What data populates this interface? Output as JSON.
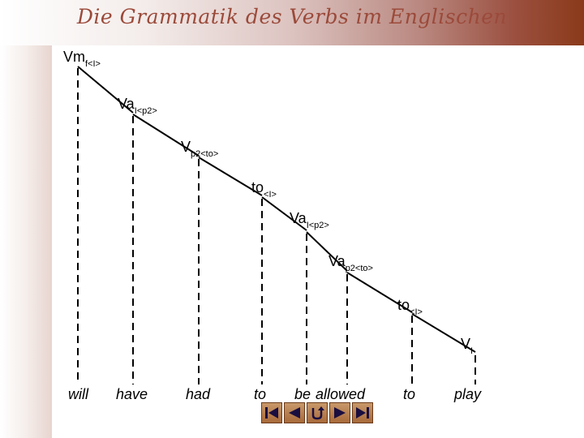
{
  "title": "Die Grammatik des Verbs im Englischen",
  "nodes": [
    {
      "id": "n1",
      "cat": "Vm",
      "sub": "f<I>"
    },
    {
      "id": "n2",
      "cat": "Va",
      "sub": "I<p2>"
    },
    {
      "id": "n3",
      "cat": "V",
      "sub": "p2<to>"
    },
    {
      "id": "n4",
      "cat": "to",
      "sub": "<I>"
    },
    {
      "id": "n5",
      "cat": "Va",
      "sub": "I<p2>"
    },
    {
      "id": "n6",
      "cat": "Va",
      "sub": "p2<to>"
    },
    {
      "id": "n7",
      "cat": "to",
      "sub": "<I>"
    },
    {
      "id": "n8",
      "cat": "V",
      "sub": "I"
    }
  ],
  "words": [
    "will",
    "have",
    "had",
    "to",
    "be",
    "allowed",
    "to",
    "play"
  ],
  "nav": {
    "first": "first-slide-icon",
    "previous": "previous-slide-icon",
    "return": "return-icon",
    "next": "next-slide-icon",
    "last": "last-slide-icon"
  },
  "colors": {
    "title": "#9b4a3a",
    "header_end": "#8a3a1a",
    "nav_button": "#b07840"
  }
}
